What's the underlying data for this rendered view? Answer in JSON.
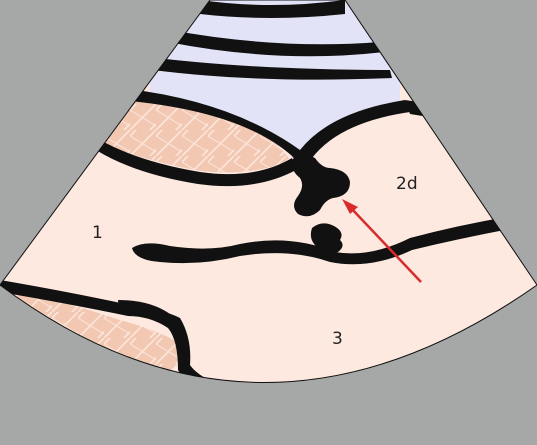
{
  "labels": {
    "region_1": "1",
    "region_2d": "2d",
    "region_3": "3"
  },
  "colors": {
    "background": "#a6a8a8",
    "tissue": "#fde9df",
    "muscle": "#f3c8b3",
    "vessel_fill": "#e2e3f6",
    "outline": "#111111",
    "arrow": "#d92b2b",
    "white_layer": "#ffffff"
  }
}
